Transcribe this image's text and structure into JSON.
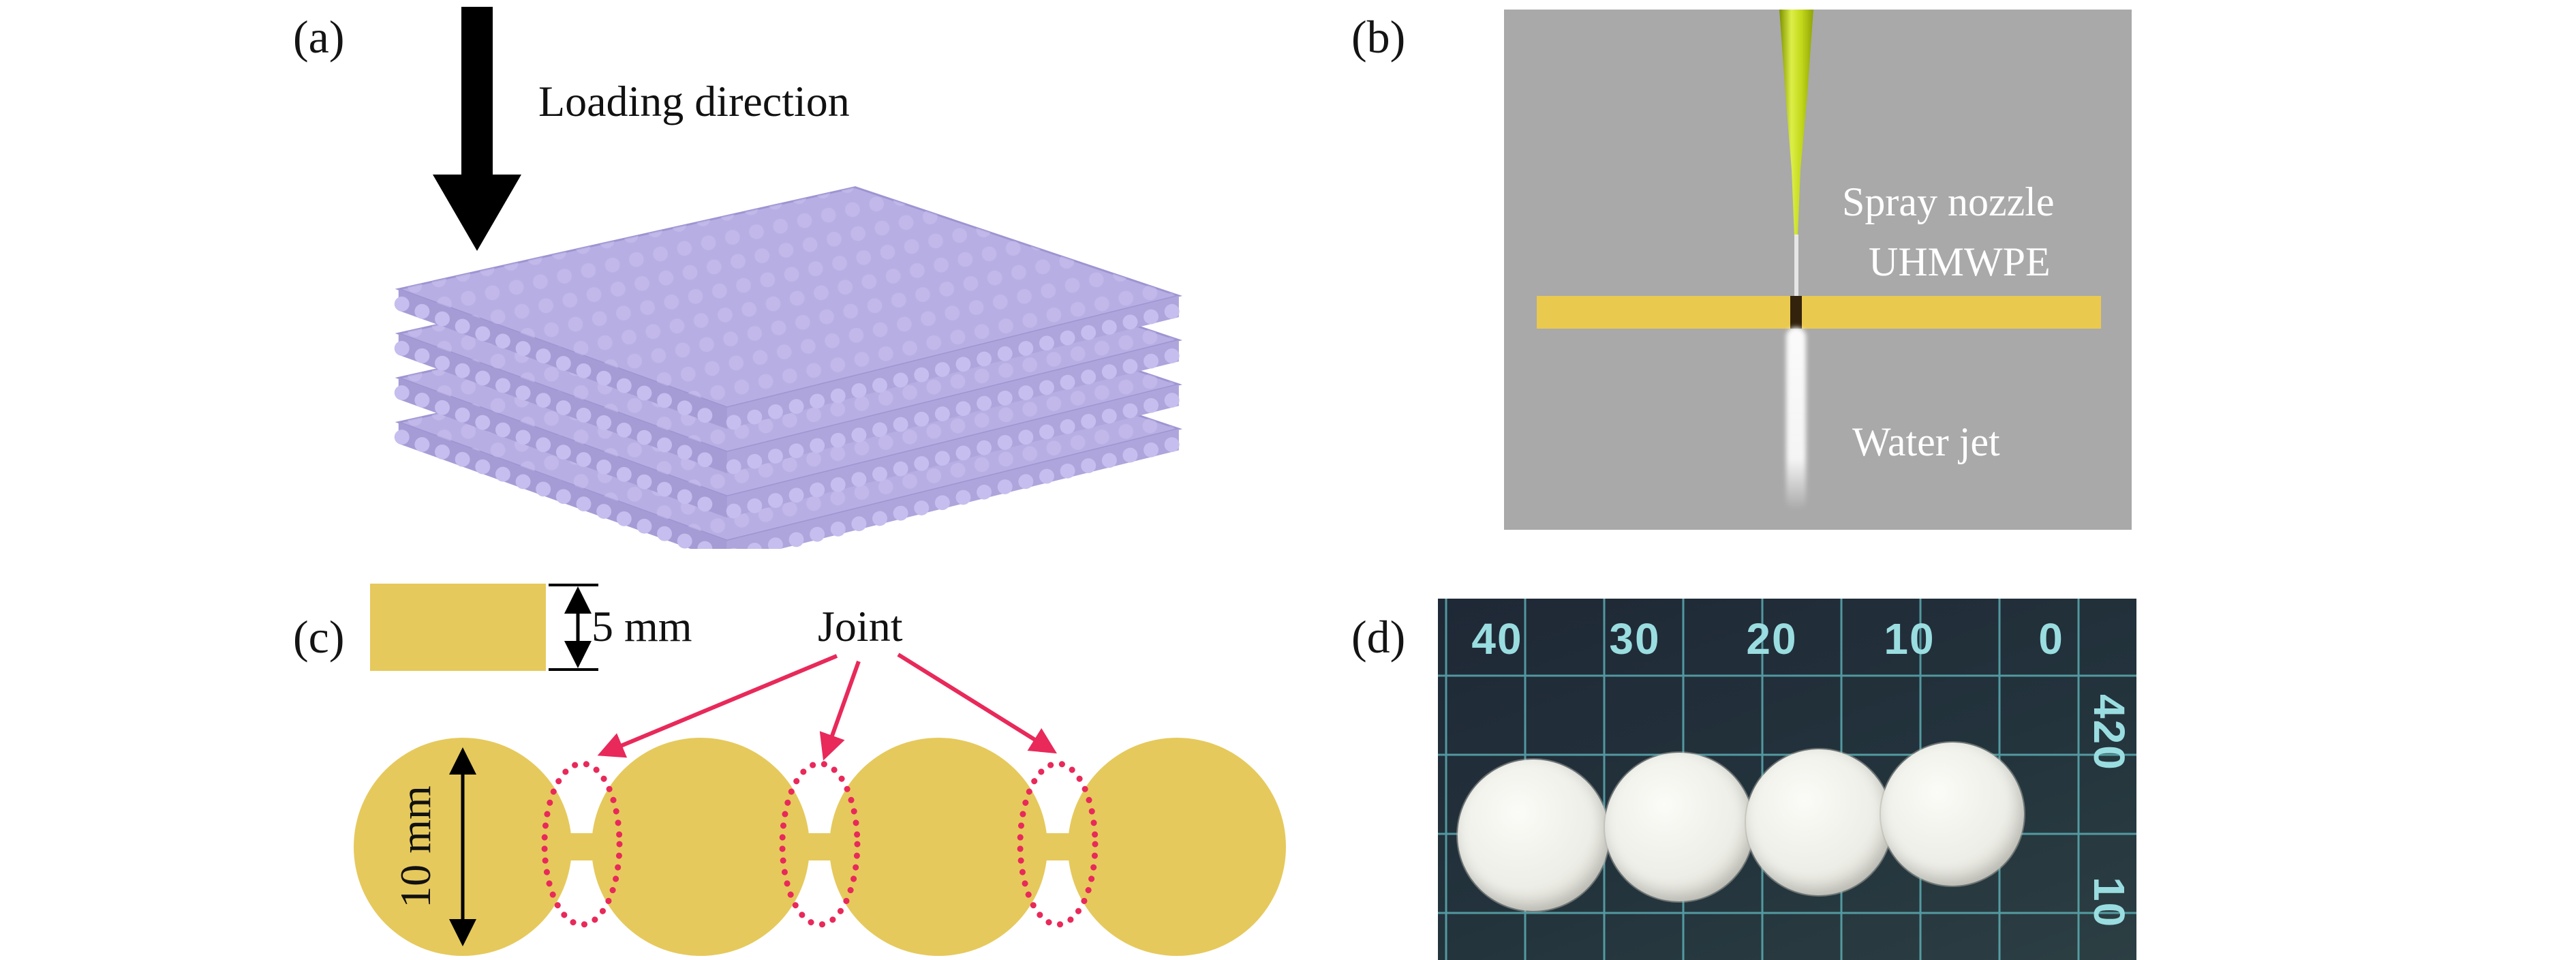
{
  "figure": {
    "panels": {
      "a": {
        "label": "(a)",
        "loading_direction": "Loading direction"
      },
      "b": {
        "label": "(b)",
        "spray_nozzle_label": "Spray nozzle",
        "material_label": "UHMWPE",
        "water_jet_label": "Water jet"
      },
      "c": {
        "label": "(c)",
        "thickness_dim": "5 mm",
        "joint_label": "Joint",
        "diameter_dim": "10 mm"
      },
      "d": {
        "label": "(d)",
        "ruler_top": [
          "40",
          "30",
          "20",
          "10",
          "0"
        ],
        "ruler_side": [
          "420",
          "10"
        ]
      }
    },
    "colors": {
      "layer_lavender": "#b7aee3",
      "sample_yellow": "#e6c95c",
      "annotation_red": "#e8295a",
      "nozzle_green": "#c3d418",
      "ruler_cyan": "#9adde0",
      "apparatus_gray": "#a9a9a9"
    }
  }
}
